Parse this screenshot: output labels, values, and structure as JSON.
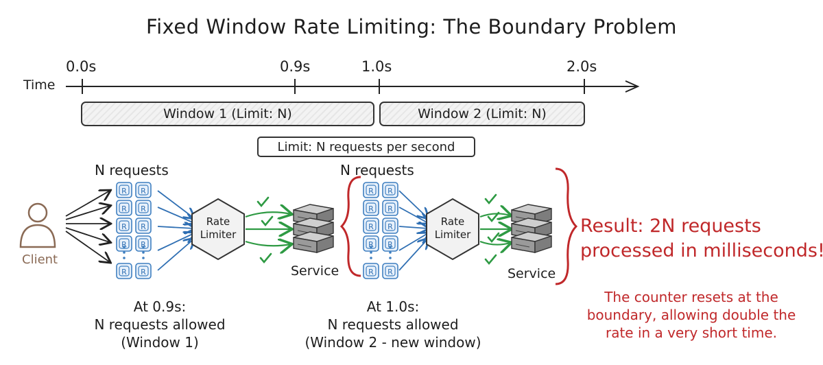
{
  "title": "Fixed Window Rate Limiting: The Boundary Problem",
  "timeline": {
    "axis_label": "Time",
    "ticks": [
      "0.0s",
      "0.9s",
      "1.0s",
      "2.0s"
    ]
  },
  "windows": [
    {
      "label": "Window 1 (Limit: N)"
    },
    {
      "label": "Window 2 (Limit: N)"
    }
  ],
  "limit_note": "Limit: N requests per second",
  "groups": [
    {
      "requests_label": "N requests",
      "request_glyph": "R",
      "rate_limiter_label": "Rate\nLimiter",
      "service_label": "Service",
      "caption_lines": [
        "At 0.9s:",
        "N requests allowed",
        "(Window 1)"
      ]
    },
    {
      "requests_label": "N requests",
      "request_glyph": "R",
      "rate_limiter_label": "Rate\nLimiter",
      "service_label": "Service",
      "caption_lines": [
        "At 1.0s:",
        "N requests allowed",
        "(Window 2 - new window)"
      ]
    }
  ],
  "client_label": "Client",
  "result": {
    "line1": "Result: 2N requests",
    "line2": "processed in milliseconds!"
  },
  "note_lines": [
    "The counter resets at the",
    "boundary, allowing double the",
    "rate in a very short time."
  ],
  "colors": {
    "accent_red": "#c0282a",
    "arrow_blue": "#2f6fb3",
    "check_green": "#2e9a43",
    "client_brown": "#8a6a55",
    "request_blue": "#3f7fc0"
  },
  "icons": [
    "person-icon",
    "request-icon",
    "hexagon-icon",
    "server-icon",
    "check-icon",
    "ellipsis-icon",
    "brace-icon"
  ]
}
